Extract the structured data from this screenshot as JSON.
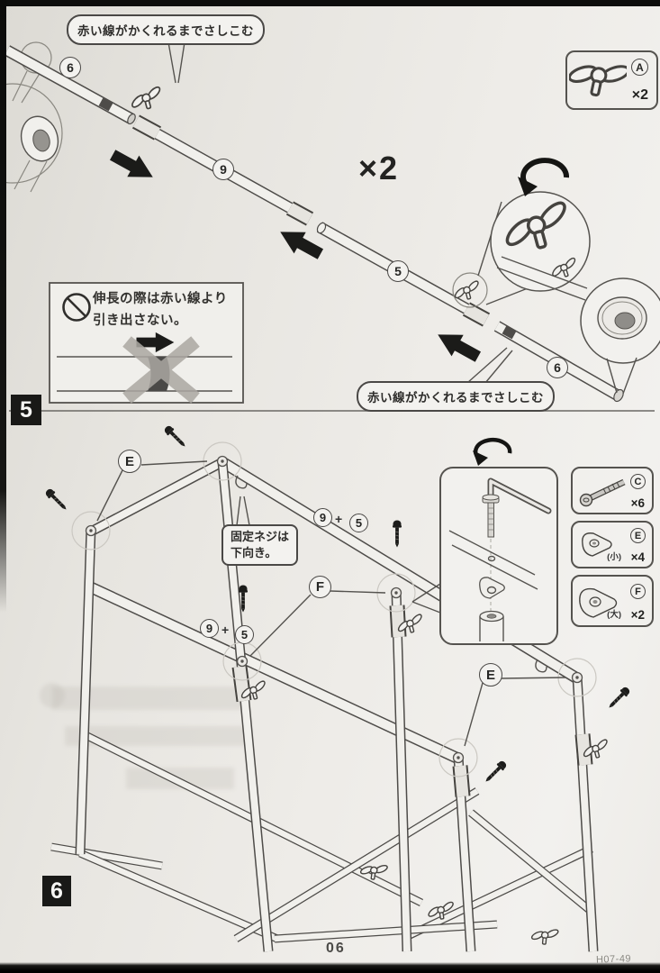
{
  "step5": {
    "step_number": "5",
    "multiplier": "×2",
    "callout_top": "赤い線がかくれるまでさしこむ",
    "callout_bottom": "赤い線がかくれるまでさしこむ",
    "warning_line1": "伸長の際は赤い線より",
    "warning_line2": "引き出さない。",
    "pipe_labels": {
      "a": "6",
      "b": "9",
      "c": "5",
      "d": "6"
    },
    "part_a": {
      "letter": "A",
      "count": "×2"
    }
  },
  "step6": {
    "step_number": "6",
    "note_line1": "固定ネジは",
    "note_line2": "下向き。",
    "combo": {
      "first": "9",
      "plus": "+",
      "second": "5"
    },
    "label_e": "E",
    "label_f": "F",
    "parts": [
      {
        "letter": "C",
        "size_note": "",
        "count": "×6"
      },
      {
        "letter": "E",
        "size_note": "(小)",
        "count": "×4"
      },
      {
        "letter": "F",
        "size_note": "(大)",
        "count": "×2"
      }
    ]
  },
  "footer": {
    "page_number": "06",
    "code": "H07-49"
  }
}
